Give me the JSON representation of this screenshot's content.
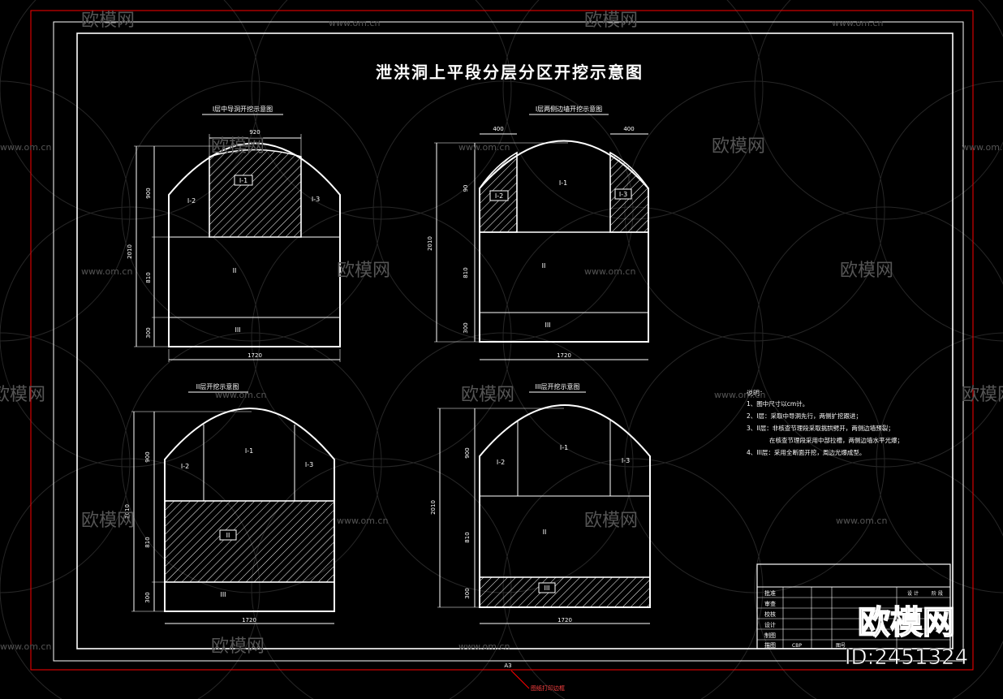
{
  "drawing": {
    "title": "泄洪洞上平段分层分区开挖示意图",
    "colors": {
      "background": "#000000",
      "line": "#ffffff",
      "frame": "#ff0000"
    },
    "panels": [
      {
        "caption": "I层中导洞开挖示意图",
        "top_dim": "920",
        "height_total": "2010",
        "heights": [
          "900",
          "810",
          "300"
        ],
        "width": "1720",
        "zones": {
          "c": "I-1",
          "l": "I-2",
          "r": "I-3",
          "m": "II",
          "b": "III"
        }
      },
      {
        "caption": "I层两侧边墙开挖示意图",
        "top_dim_left": "400",
        "top_dim_right": "400",
        "height_total": "2010",
        "heights": [
          "90",
          "810",
          "300"
        ],
        "width": "1720",
        "zones": {
          "c": "I-1",
          "l": "I-2",
          "r": "I-3",
          "m": "II",
          "b": "III"
        }
      },
      {
        "caption": "II层开挖示意图",
        "height_total": "2010",
        "heights": [
          "900",
          "810",
          "300"
        ],
        "width": "1720",
        "zones": {
          "c": "I-1",
          "l": "I-2",
          "r": "I-3",
          "m": "II",
          "b": "III"
        }
      },
      {
        "caption": "III层开挖示意图",
        "height_total": "2010",
        "heights": [
          "900",
          "810",
          "300"
        ],
        "width": "1720",
        "zones": {
          "c": "I-1",
          "l": "I-2",
          "r": "I-3",
          "m": "II",
          "b": "III"
        }
      }
    ],
    "notes": {
      "heading": "说明：",
      "lines": [
        "1、图中尺寸以cm计。",
        "2、I层：采取中导洞先行，两侧扩挖跟进；",
        "3、II层：非核查节理段采取挑拱劈开，两侧边墙预裂；",
        "在核查节理段采用中部拉槽，两侧边墙水平光爆；",
        "4、III层：采用全断面开挖，周边光爆成型。"
      ]
    },
    "title_block": {
      "rows": [
        "批准",
        "审查",
        "校核",
        "设计",
        "制图",
        "描图"
      ],
      "cp": "CBP",
      "stage_labels": [
        "设 计",
        "阶 段"
      ],
      "drawing_no_label": "图号"
    },
    "bottom_mark": "A3",
    "bottom_label": "图纸打印边框"
  },
  "watermark": {
    "brand": "欧模网",
    "url": "www.om.cn",
    "id": "ID:2451324"
  }
}
